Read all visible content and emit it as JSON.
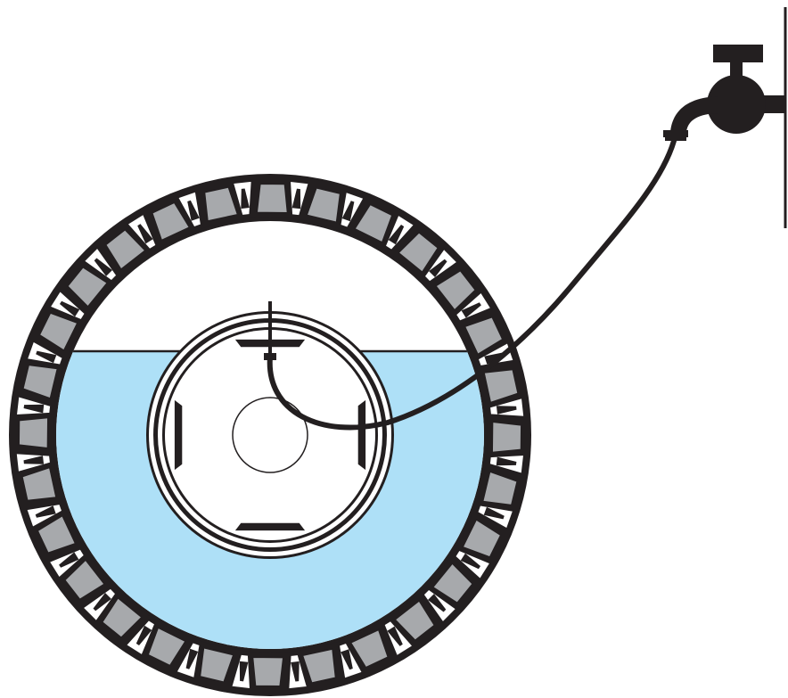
{
  "diagram": {
    "subject": "tire-filled-with-water-from-tap",
    "colors": {
      "outline": "#231f20",
      "tread_block": "#a7a9ac",
      "water": "#aee0f7",
      "background": "#ffffff"
    },
    "tread_block_count": 28,
    "rim_pad_count": 4,
    "icons": [
      "tire-icon",
      "water-tap-icon",
      "hose-icon",
      "wall-icon"
    ]
  }
}
